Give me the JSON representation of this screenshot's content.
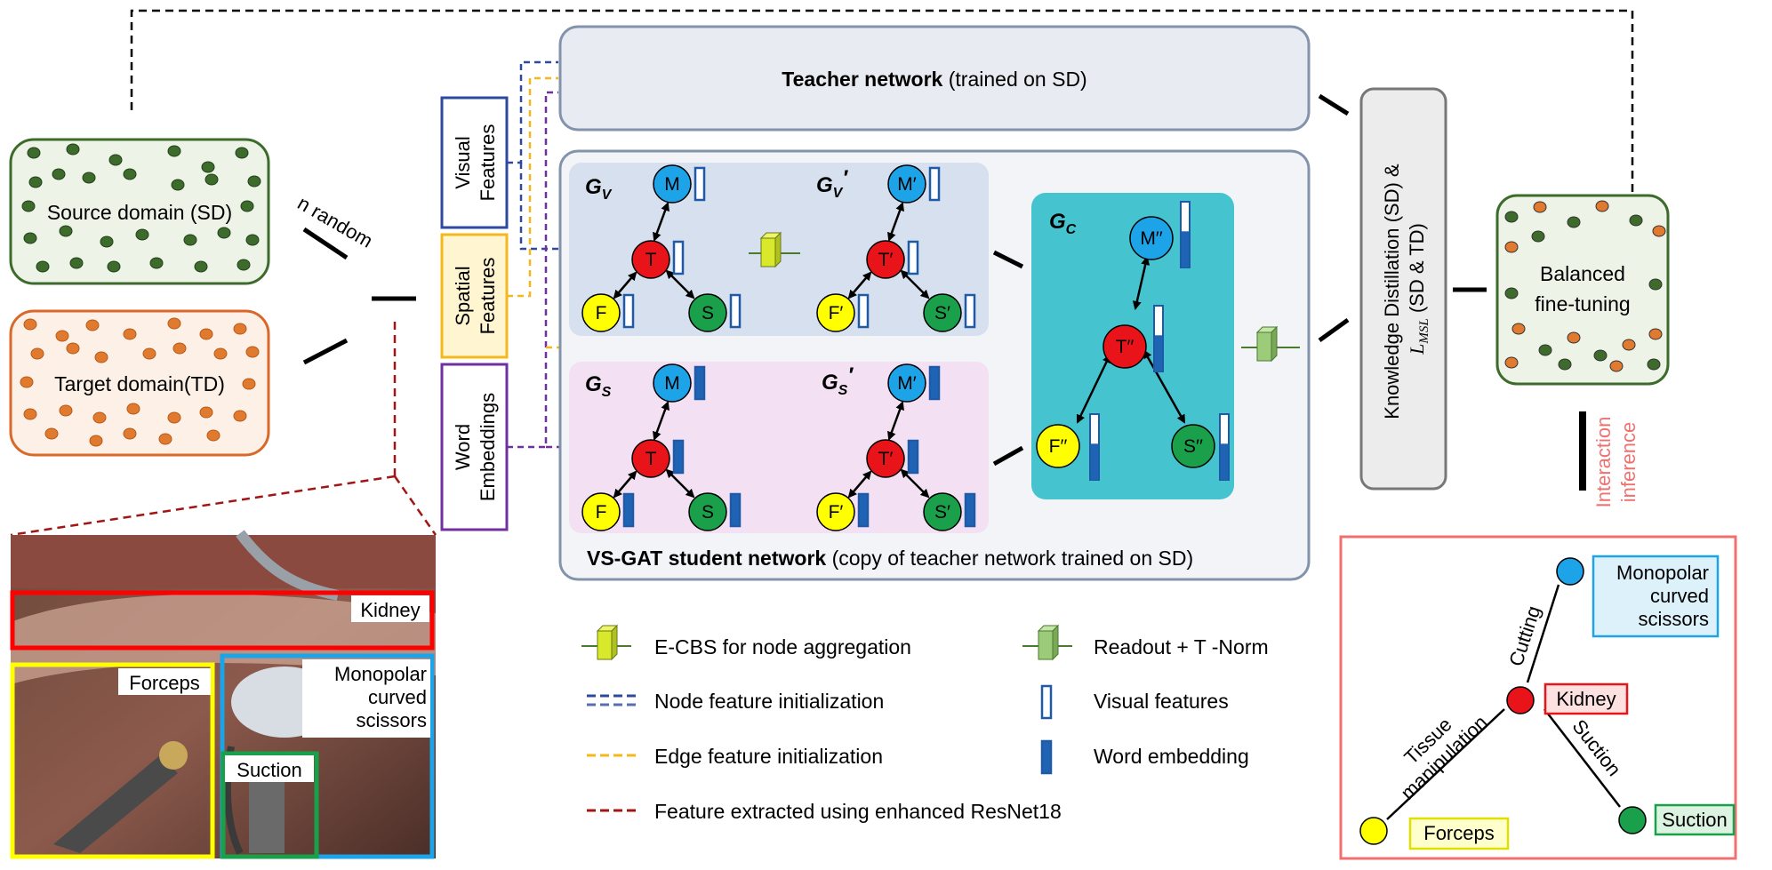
{
  "source_domain": "Source domain (SD)",
  "target_domain": "Target domain(TD)",
  "n_random": "n random",
  "features": {
    "visual": [
      "Visual",
      "Features"
    ],
    "spatial": [
      "Spatial",
      "Features"
    ],
    "word": [
      "Word",
      "Embeddings"
    ]
  },
  "teacher": {
    "bold": "Teacher network",
    "rest": " (trained on SD)"
  },
  "student": {
    "bold": "VS-GAT student network",
    "rest": " (copy of teacher network trained on SD)"
  },
  "graphs": {
    "gv": {
      "label": "G",
      "sub": "V",
      "prime": ""
    },
    "gv2": {
      "label": "G",
      "sub": "V",
      "prime": "′"
    },
    "gs": {
      "label": "G",
      "sub": "S",
      "prime": ""
    },
    "gs2": {
      "label": "G",
      "sub": "S",
      "prime": "′"
    },
    "gc": {
      "label": "G",
      "sub": "C",
      "prime": ""
    }
  },
  "nodes": {
    "plain": {
      "m": "M",
      "t": "T",
      "f": "F",
      "s": "S"
    },
    "prime": {
      "m": "M′",
      "t": "T′",
      "f": "F′",
      "s": "S′"
    },
    "dprime": {
      "m": "M′′",
      "t": "T′′",
      "f": "F′′",
      "s": "S′′"
    }
  },
  "kd": {
    "line1": "Knowledge Distillation (SD) &",
    "line2a": "L",
    "line2sub": "MSL",
    "line2b": " (SD & TD)"
  },
  "balanced": [
    "Balanced",
    "fine-tuning"
  ],
  "interaction": [
    "Interaction",
    "inference"
  ],
  "photo_labels": {
    "kidney": "Kidney",
    "forceps": "Forceps",
    "scissors": [
      "Monopolar",
      "curved",
      "scissors"
    ],
    "suction": "Suction"
  },
  "inference": {
    "scissors": [
      "Monopolar",
      "curved",
      "scissors"
    ],
    "kidney": "Kidney",
    "forceps": "Forceps",
    "suction": "Suction",
    "cutting": "Cutting",
    "tissue": [
      "Tissue",
      "manipulation"
    ],
    "suction_edge": "Suction"
  },
  "legend": {
    "ecbs": "E-CBS for node aggregation",
    "node_init": "Node feature initialization",
    "edge_init": "Edge feature initialization",
    "resnet": "Feature extracted using enhanced ResNet18",
    "readout": "Readout + T -Norm",
    "visual": "Visual features",
    "word": "Word embedding"
  },
  "colors": {
    "source_green": "#3d6b2c",
    "target_orange": "#e07a2f",
    "node_blue": "#1ca3e8",
    "node_red": "#e8141a",
    "node_yellow": "#ffff00",
    "node_green": "#1aa04a",
    "gc_teal": "#45c4cf",
    "edge_yellow": "#f5b81c",
    "node_purple": "#7030a0",
    "dark_red": "#a31515",
    "inference_red": "#f07070"
  }
}
